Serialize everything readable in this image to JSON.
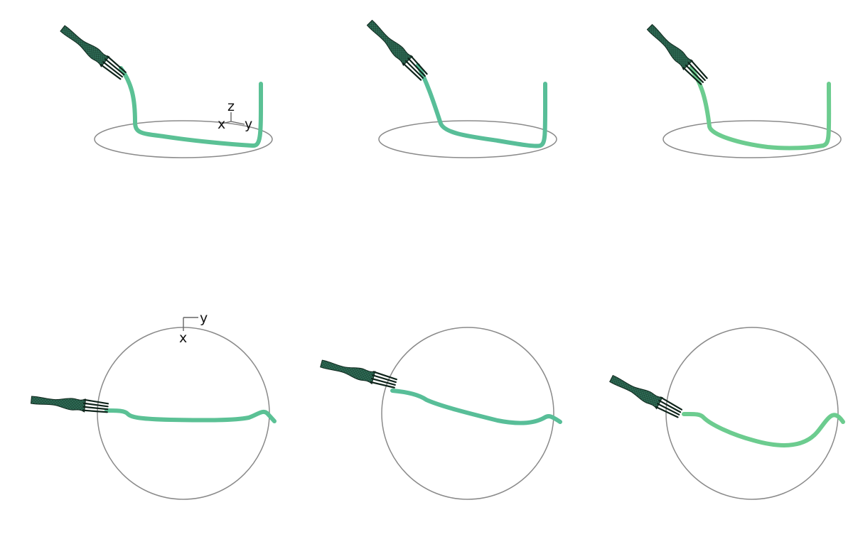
{
  "colors": {
    "tube_panel1": "#5bc195",
    "tube_panel2": "#58be98",
    "tube_panel3": "#6ccc8f",
    "fork": "#2e6b55",
    "fork_dark": "#10281e",
    "outline": "#8a8a8a"
  },
  "icons": [
    "fork-icon",
    "fork-icon",
    "fork-icon",
    "fork-icon",
    "fork-icon",
    "fork-icon"
  ],
  "axes": {
    "side_view": {
      "z": "z",
      "x": "x",
      "y": "y"
    },
    "top_view": {
      "y": "y",
      "x": "x"
    }
  }
}
